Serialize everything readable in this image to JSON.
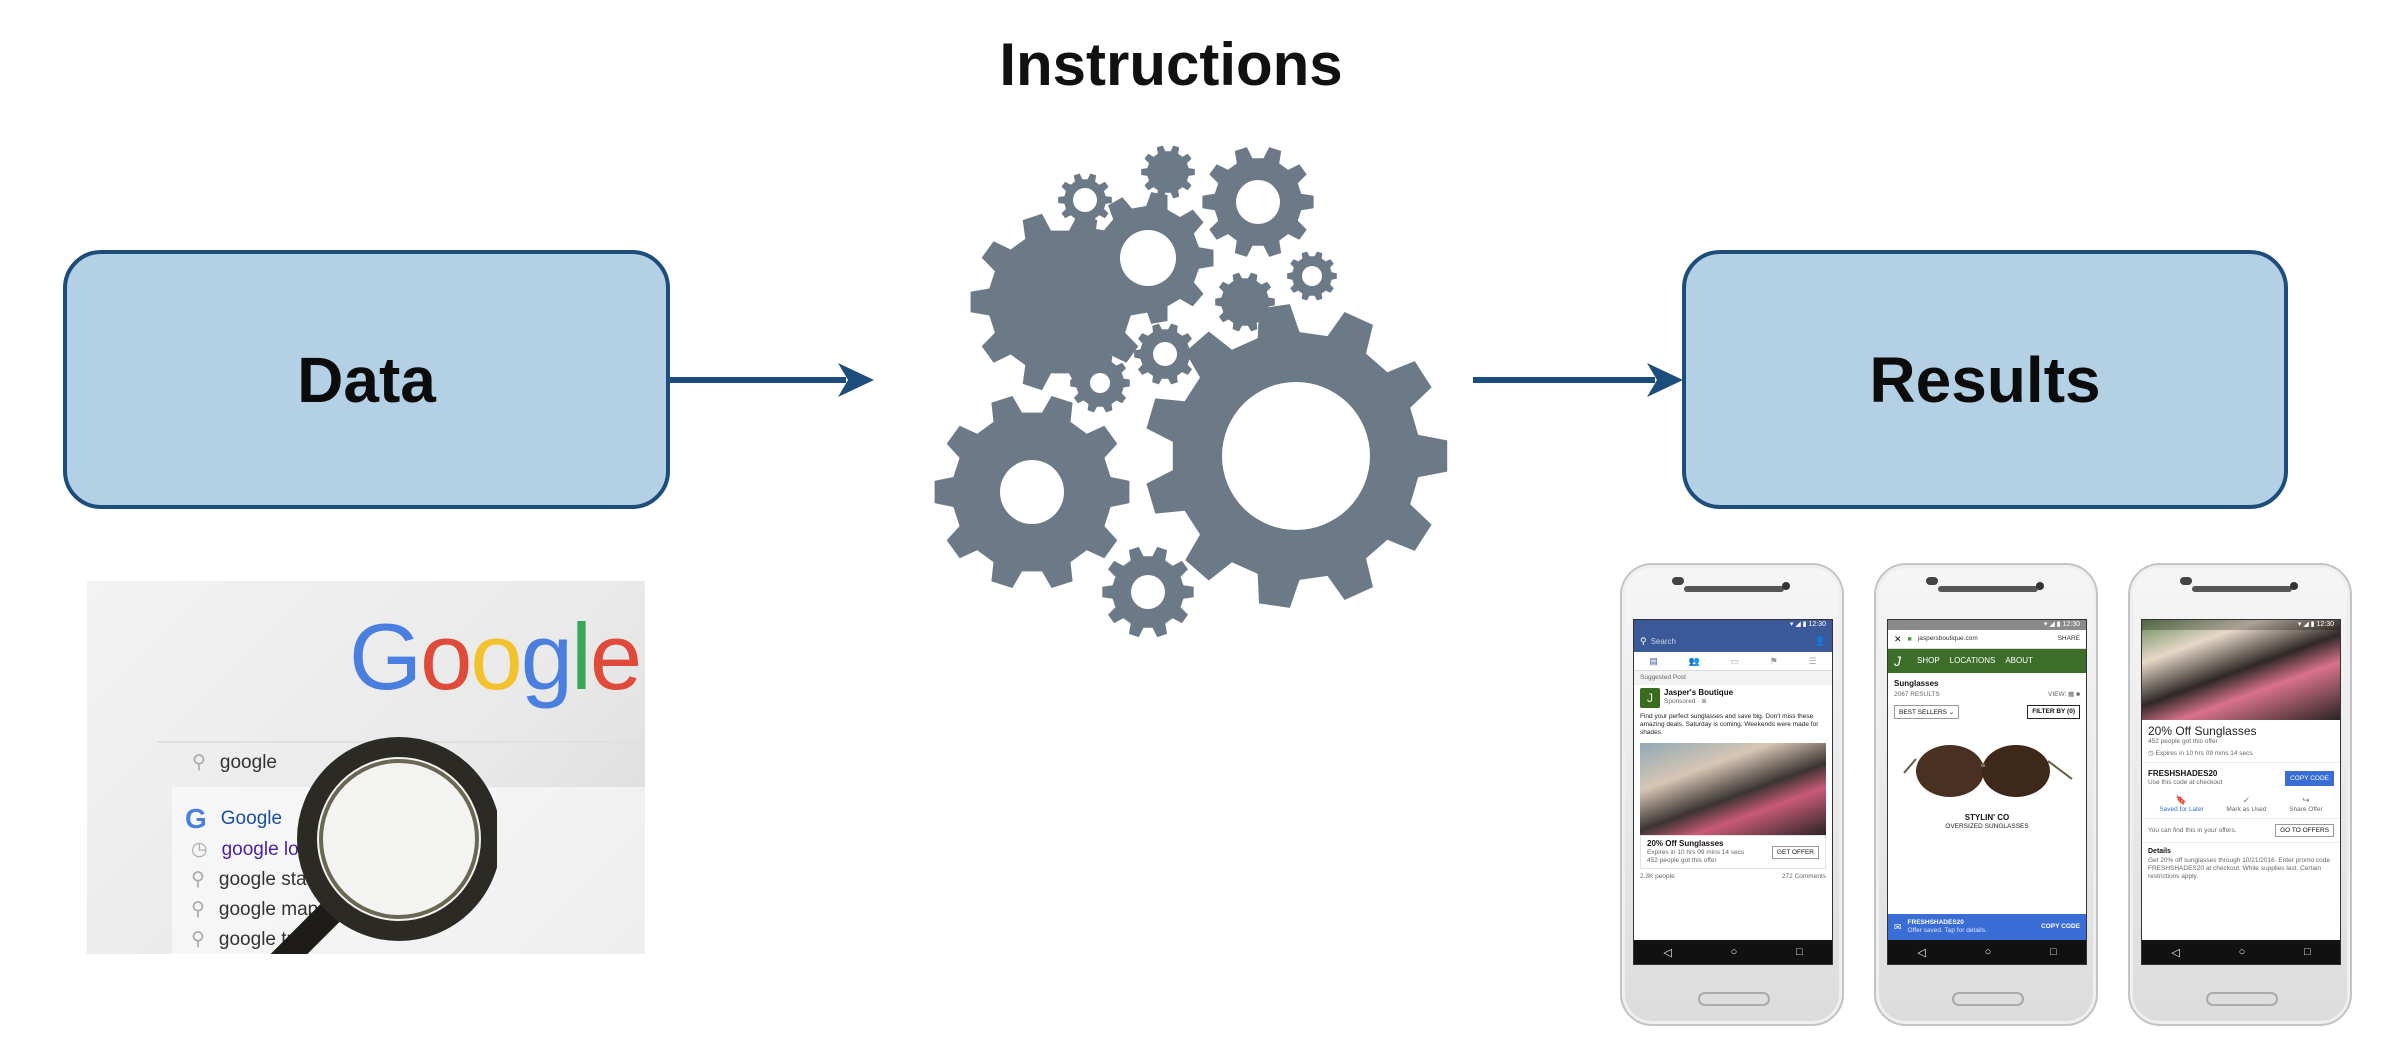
{
  "diagram": {
    "title": "Instructions",
    "input_label": "Data",
    "output_label": "Results",
    "colors": {
      "box_fill": "#b4d0e4",
      "box_border": "#1d4d7a",
      "arrow": "#1d4d7a",
      "gear": "#6c7a88"
    }
  },
  "google_image": {
    "logo": "Google",
    "query": "google",
    "suggestions": [
      "Google",
      "google lo",
      "google sta",
      "google map",
      "google tra"
    ]
  },
  "phone1": {
    "search_placeholder": "Search",
    "section": "Suggested Post",
    "advertiser": "Jasper's Boutique",
    "sponsored": "Sponsored · ⊕",
    "post_text": "Find your perfect sunglasses and save big. Don't miss these amazing deals. Saturday is coming. Weekends were made for shades.",
    "offer_title": "20% Off Sunglasses",
    "offer_expiry": "Expires in 10 hrs 09 mins 14 secs",
    "offer_claimed": "452 people got this offer",
    "get_offer": "GET OFFER",
    "reactions": "2.3K people",
    "comments": "272 Comments"
  },
  "phone2": {
    "url": "jaspersboutique.com",
    "share": "SHARE",
    "nav": [
      "SHOP",
      "LOCATIONS",
      "ABOUT"
    ],
    "category": "Sunglasses",
    "result_count": "2067 RESULTS",
    "view_label": "VIEW:",
    "sort": "BEST SELLERS",
    "filter": "FILTER BY (0)",
    "brand": "STYLIN' CO",
    "product": "OVERSIZED SUNGLASSES",
    "code": "FRESHSHADES20",
    "code_note": "Offer saved. Tap for details.",
    "copy_code": "COPY CODE"
  },
  "phone3": {
    "offer_title": "20% Off Sunglasses",
    "claimed": "452 people got this offer",
    "expiry": "Expires in 10 hrs 09 mins 14 secs",
    "code": "FRESHSHADES20",
    "code_note": "Use this code at checkout",
    "copy_code": "COPY CODE",
    "actions": [
      "Saved for Later",
      "Mark as Used",
      "Share Offer"
    ],
    "find_note": "You can find this in your offers.",
    "go_offers": "GO TO OFFERS",
    "details_title": "Details",
    "details_text": "Get 20% off sunglasses through 10/21/2016. Enter promo code FRESHSHADES20 at checkout. While supplies last. Certain restrictions apply."
  }
}
